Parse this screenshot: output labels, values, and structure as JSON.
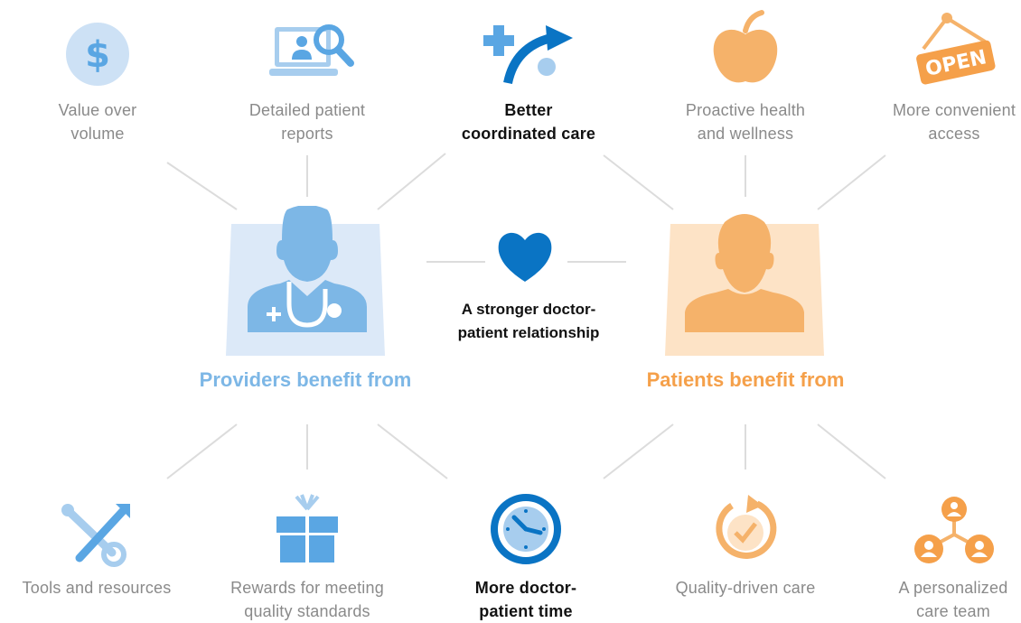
{
  "providers": {
    "title": "Providers benefit from",
    "color": "#7db7e6"
  },
  "patients": {
    "title": "Patients benefit from",
    "color": "#f5a04a"
  },
  "center": {
    "line1": "A stronger doctor-",
    "line2": "patient relationship",
    "heart_color": "#0a74c4"
  },
  "top_items": [
    {
      "line1": "Value over",
      "line2": "volume",
      "icon": "dollar-icon"
    },
    {
      "line1": "Detailed patient",
      "line2": "reports",
      "icon": "patient-report-icon"
    },
    {
      "line1": "Better",
      "line2": "coordinated care",
      "icon": "medical-cross-arrow-icon"
    },
    {
      "line1": "Proactive health",
      "line2": "and wellness",
      "icon": "apple-icon"
    },
    {
      "line1": "More convenient",
      "line2": "access",
      "icon": "open-sign-icon"
    }
  ],
  "bottom_items": [
    {
      "line1": "Tools and resources",
      "line2": "",
      "icon": "wrench-icon"
    },
    {
      "line1": "Rewards for meeting",
      "line2": "quality standards",
      "icon": "gift-icon"
    },
    {
      "line1": "More doctor-",
      "line2": "patient time",
      "icon": "clock-icon"
    },
    {
      "line1": "Quality-driven care",
      "line2": "",
      "icon": "check-circle-icon"
    },
    {
      "line1": "A personalized",
      "line2": "care team",
      "icon": "team-icon"
    }
  ]
}
